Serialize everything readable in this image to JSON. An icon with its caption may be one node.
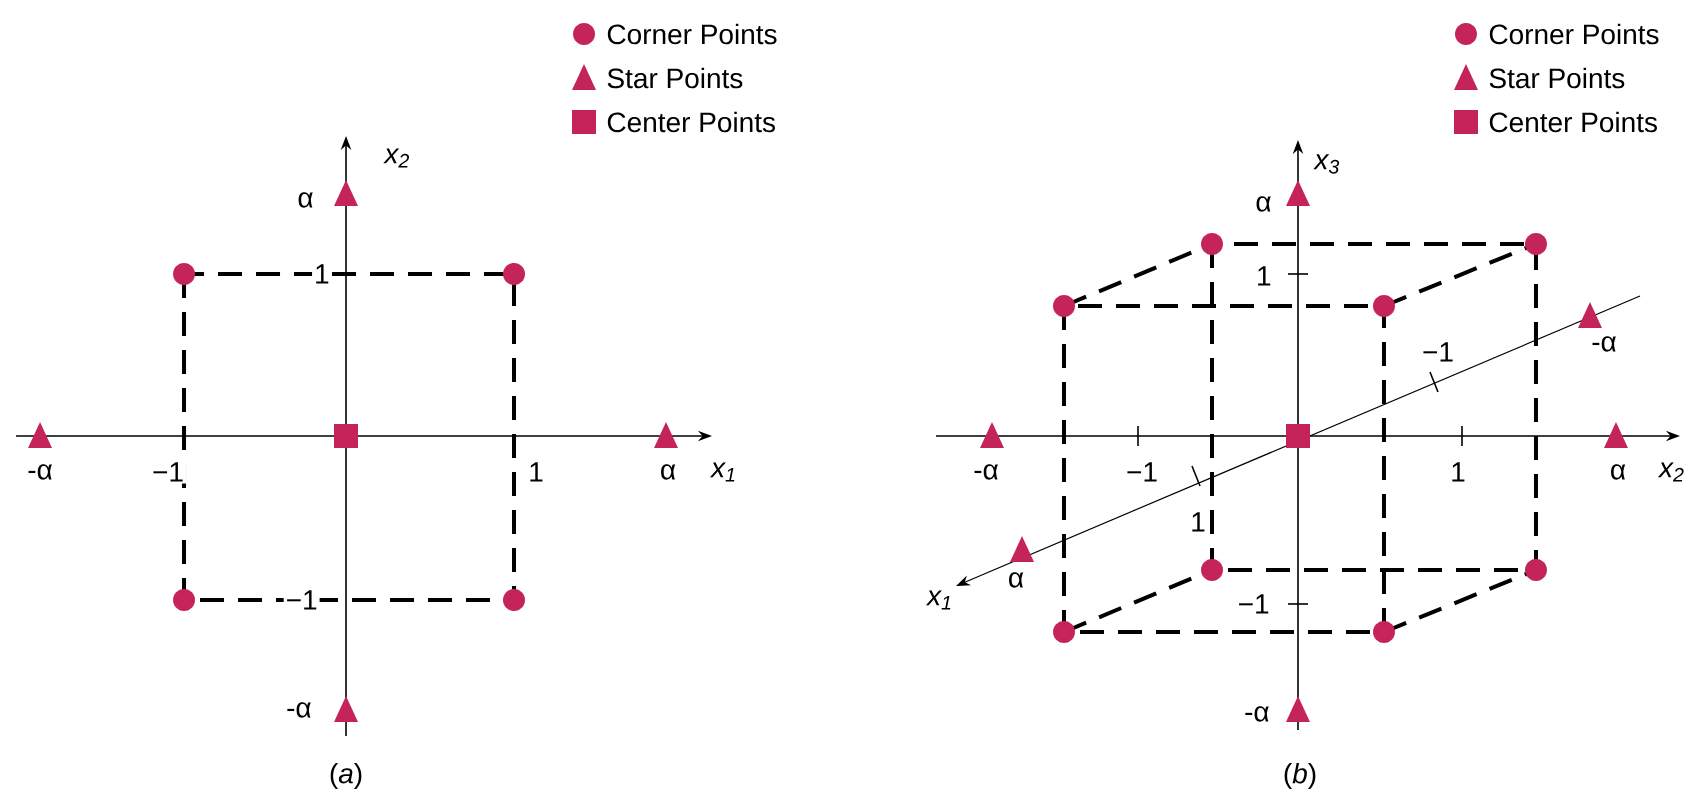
{
  "diagram": {
    "labels": [
      "x$_{2}$",
      "α",
      "1",
      "-α",
      "−1",
      "1",
      "α",
      "x$_{1}$",
      "−1",
      "-α",
      "(*a*)",
      "x$_{3}$",
      "α",
      "1",
      "−1",
      "-α",
      "-α",
      "−1",
      "1",
      "α",
      "x$_{2}$",
      "1",
      "α",
      "x$_{1}$",
      "−1",
      "-α",
      "(*b*)"
    ],
    "legend": [
      {
        "text": "Corner Points"
      },
      {
        "text": "Star Points"
      },
      {
        "text": "Center Points"
      },
      {
        "text": "Corner Points"
      },
      {
        "text": "Star Points"
      },
      {
        "text": "Center Points"
      }
    ]
  }
}
